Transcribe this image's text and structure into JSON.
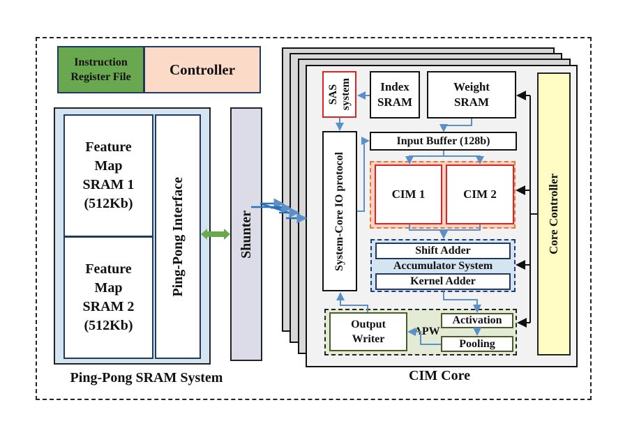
{
  "top": {
    "instruction_register_file": [
      "Instruction",
      "Register File"
    ],
    "controller": "Controller"
  },
  "ping_pong": {
    "system_label": "Ping-Pong SRAM System",
    "feature_map_1": [
      "Feature",
      "Map",
      "SRAM 1",
      "(512Kb)"
    ],
    "feature_map_2": [
      "Feature",
      "Map",
      "SRAM 2",
      "(512Kb)"
    ],
    "interface": "Ping-Pong Interface"
  },
  "shunter": "Shunter",
  "cim_core": {
    "label": "CIM Core",
    "sas_system": [
      "SAS",
      "system"
    ],
    "index_sram": [
      "Index",
      "SRAM"
    ],
    "weight_sram": [
      "Weight",
      "SRAM"
    ],
    "io_protocol": "System-Core IO protocol",
    "input_buffer": "Input Buffer (128b)",
    "cim1": "CIM 1",
    "cim2": "CIM 2",
    "shift_adder": "Shift Adder",
    "accumulator_system": "Accumulator System",
    "kernel_adder": "Kernel Adder",
    "output_writer": [
      "Output",
      "Writer"
    ],
    "apw": "APW",
    "activation": "Activation",
    "pooling": "Pooling",
    "core_controller": "Core Controller"
  },
  "colors": {
    "irf_green": "#6aa84f",
    "controller_peach": "#fcdac8",
    "pingpong_blue": "#d5e4f1",
    "shunter_lavender": "#dcdbe8",
    "core_controller_yellow": "#fffdc4",
    "cim_group_orange": "#fbd3c3",
    "cim_red": "#dd2222",
    "apw_green": "#e4ebd4",
    "dataflow_blue": "#5b8fc9",
    "bidirectional_green": "#6aa84f"
  }
}
